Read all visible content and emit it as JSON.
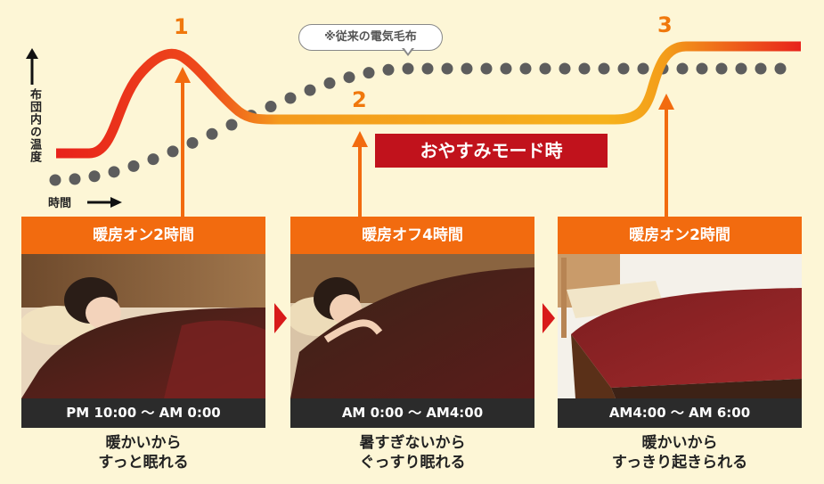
{
  "axes": {
    "y_label": "布団内の温度",
    "x_label": "時間"
  },
  "markers": [
    "1",
    "2",
    "3"
  ],
  "callout": "※従来の電気毛布",
  "mode_banner": "おやすみモード時",
  "panels": [
    {
      "header": "暖房オン2時間",
      "time": "PM 10:00 〜 AM 0:00",
      "caption_line1": "暖かいから",
      "caption_line2": "すっと眠れる"
    },
    {
      "header": "暖房オフ4時間",
      "time": "AM 0:00 〜 AM4:00",
      "caption_line1": "暑すぎないから",
      "caption_line2": "ぐっすり眠れる"
    },
    {
      "header": "暖房オン2時間",
      "time": "AM4:00 〜 AM 6:00",
      "caption_line1": "暖かいから",
      "caption_line2": "すっきり起きられる"
    }
  ],
  "colors": {
    "background": "#fdf6d6",
    "curve_start": "#e8221b",
    "curve_end": "#f6b21c",
    "dotted_curve": "#5d5d5d",
    "arrow": "#f26b0f",
    "panel_header": "#f26b0f",
    "mode_banner": "#c1121c",
    "time_bar": "#2b2b2b"
  }
}
